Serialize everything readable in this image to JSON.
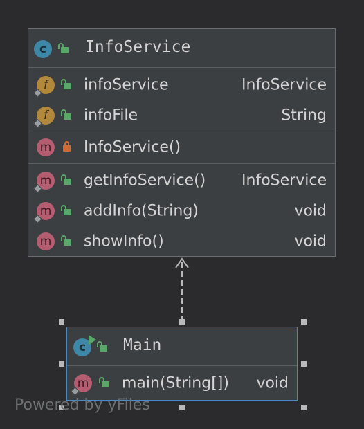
{
  "classes": [
    {
      "name": "InfoService",
      "kind": "class",
      "kind_letter": "c",
      "sections": [
        {
          "members": [
            {
              "kind": "f",
              "visibility": "public",
              "name": "infoService",
              "type": "InfoService"
            },
            {
              "kind": "f",
              "visibility": "public",
              "name": "infoFile",
              "type": "String"
            }
          ]
        },
        {
          "members": [
            {
              "kind": "m",
              "visibility": "private",
              "name": "InfoService()",
              "type": ""
            }
          ]
        },
        {
          "members": [
            {
              "kind": "m",
              "visibility": "public",
              "name": "getInfoService()",
              "type": "InfoService"
            },
            {
              "kind": "m",
              "visibility": "public",
              "name": "addInfo(String)",
              "type": "void"
            },
            {
              "kind": "m",
              "visibility": "public",
              "name": "showInfo()",
              "type": "void"
            }
          ]
        }
      ]
    },
    {
      "name": "Main",
      "kind": "class",
      "kind_letter": "c",
      "selected": true,
      "sections": [
        {
          "members": [
            {
              "kind": "m",
              "visibility": "public",
              "name": "main(String[])",
              "type": "void"
            }
          ]
        }
      ]
    }
  ],
  "relations": [
    {
      "from": "Main",
      "to": "InfoService",
      "type": "dependency",
      "style": "dashed",
      "arrow": "open"
    }
  ],
  "badge_letters": {
    "f": "f",
    "m": "m"
  },
  "watermark": "Powered by yFiles",
  "colors": {
    "background": "#2b2b2d",
    "node_fill": "#3c3f41",
    "node_border": "#6a6d70",
    "selection_border": "#4a88c7",
    "class_badge": "#3f87a6",
    "field_badge": "#b2883a",
    "method_badge": "#b55d70",
    "public_lock": "#59a869",
    "private_lock": "#d06a34",
    "edge": "#b8b8b8"
  }
}
